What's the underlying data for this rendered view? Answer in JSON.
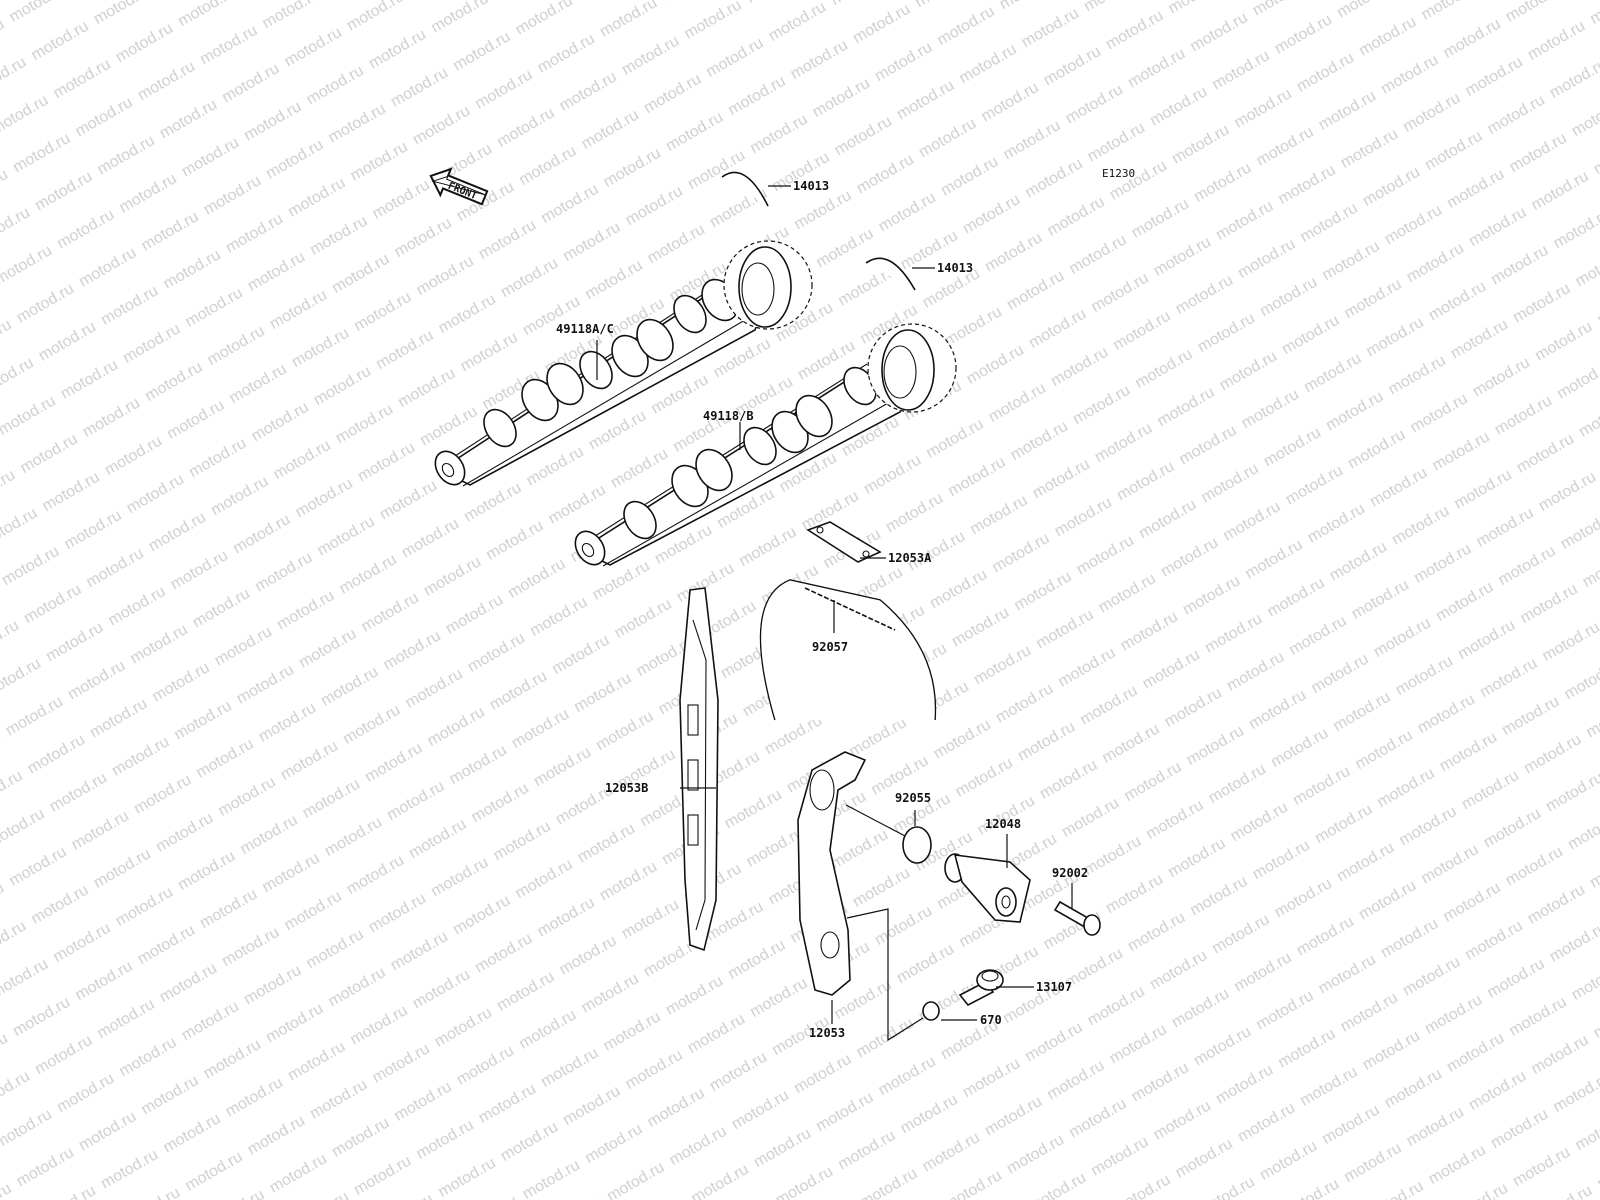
{
  "watermark": {
    "text": "motod.ru",
    "color": "#cfcfcf"
  },
  "diagram_code": "E1230",
  "front_arrow": {
    "label": "FRONT"
  },
  "callouts": {
    "c14013a": "14013",
    "c14013b": "14013",
    "c49118ac": "49118A/C",
    "c49118b": "49118/B",
    "c12053a": "12053A",
    "c92057": "92057",
    "c12053b": "12053B",
    "c92055": "92055",
    "c12048": "12048",
    "c92002": "92002",
    "c13107": "13107",
    "c670": "670",
    "c12053": "12053"
  }
}
